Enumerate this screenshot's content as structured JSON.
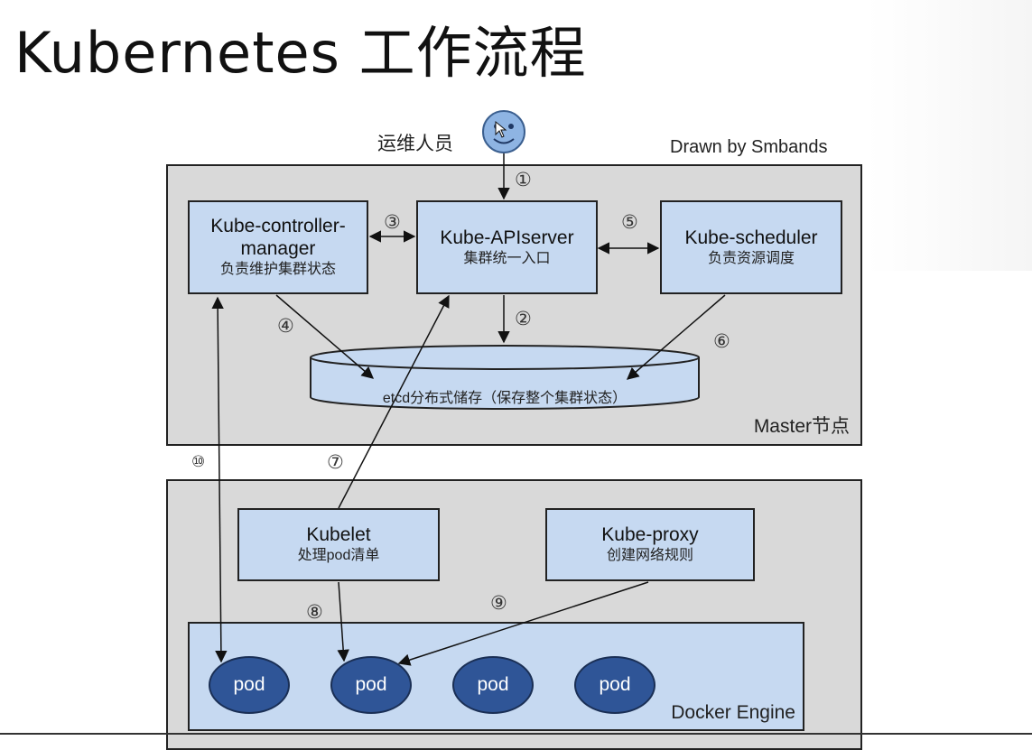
{
  "title": "Kubernetes 工作流程",
  "credit": "Drawn by Smbands",
  "operator": {
    "label": "运维人员",
    "icon": "smiley-face-icon"
  },
  "master": {
    "caption": "Master节点",
    "controller_manager": {
      "title": "Kube-controller-manager",
      "subtitle": "负责维护集群状态"
    },
    "apiserver": {
      "title": "Kube-APIserver",
      "subtitle": "集群统一入口"
    },
    "scheduler": {
      "title": "Kube-scheduler",
      "subtitle": "负责资源调度"
    },
    "etcd": {
      "label": "etcd分布式储存（保存整个集群状态）"
    }
  },
  "node": {
    "kubelet": {
      "title": "Kubelet",
      "subtitle": "处理pod清单"
    },
    "kube_proxy": {
      "title": "Kube-proxy",
      "subtitle": "创建网络规则"
    },
    "engine": {
      "caption": "Docker Engine"
    },
    "pods": [
      "pod",
      "pod",
      "pod",
      "pod"
    ]
  },
  "steps": [
    "①",
    "②",
    "③",
    "④",
    "⑤",
    "⑥",
    "⑦",
    "⑧",
    "⑨",
    "⑩"
  ],
  "colors": {
    "box_fill": "#c6d9f1",
    "panel_fill": "#d9d9d9",
    "pod_fill": "#2f5597",
    "face_fill": "#8eb4e3"
  }
}
